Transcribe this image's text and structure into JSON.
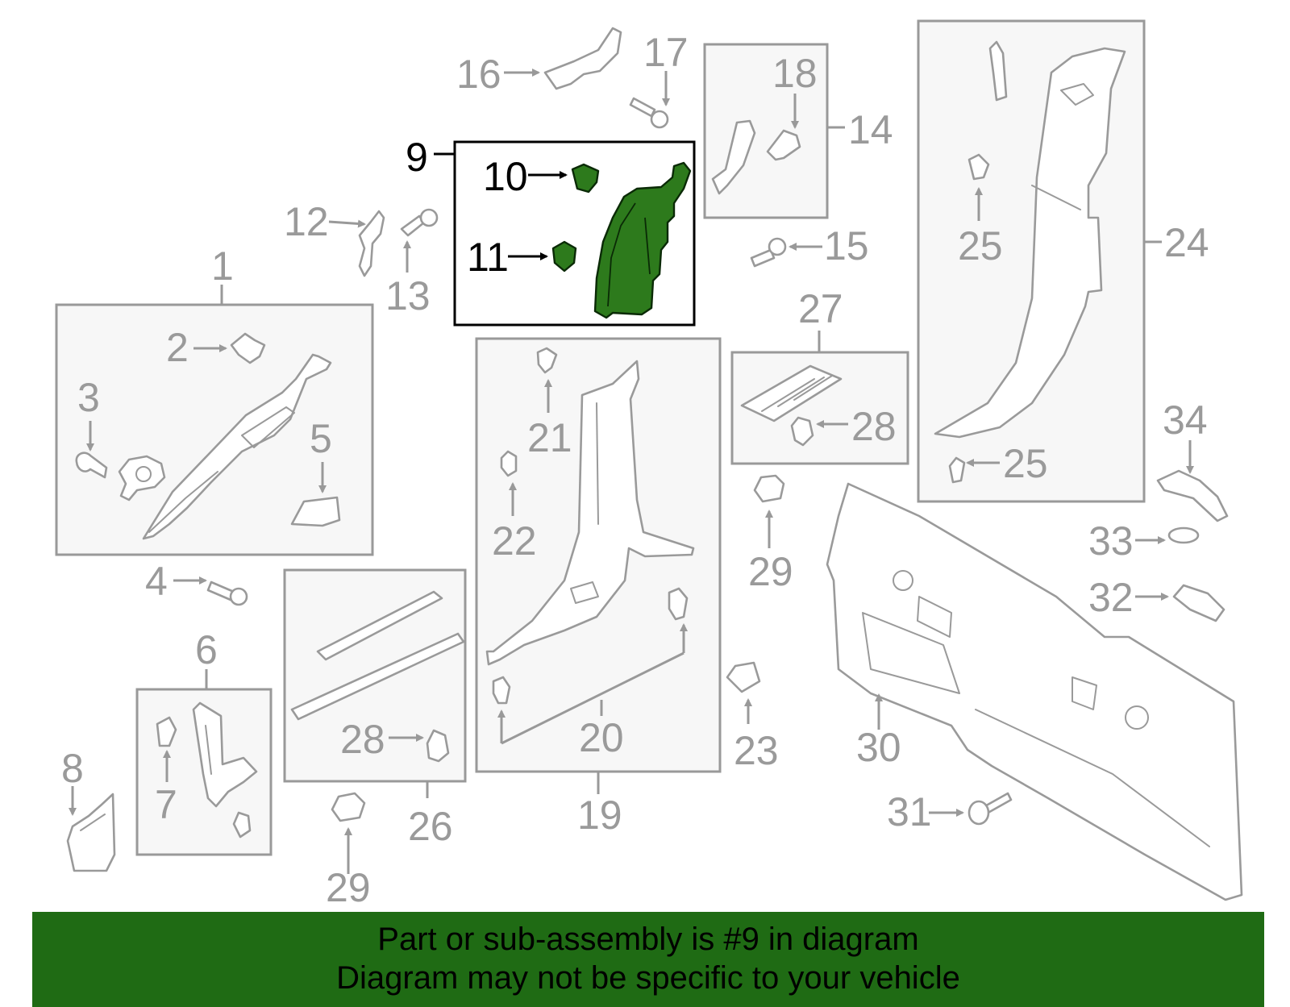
{
  "diagram": {
    "highlighted_part": "9",
    "callouts": {
      "c1": "1",
      "c2": "2",
      "c3": "3",
      "c4": "4",
      "c5": "5",
      "c6": "6",
      "c7": "7",
      "c8": "8",
      "c9": "9",
      "c10": "10",
      "c11": "11",
      "c12": "12",
      "c13": "13",
      "c14": "14",
      "c15": "15",
      "c16": "16",
      "c17": "17",
      "c18": "18",
      "c19": "19",
      "c20": "20",
      "c21": "21",
      "c22": "22",
      "c23": "23",
      "c24": "24",
      "c25a": "25",
      "c25b": "25",
      "c26": "26",
      "c27": "27",
      "c28a": "28",
      "c28b": "28",
      "c29a": "29",
      "c29b": "29",
      "c30": "30",
      "c31": "31",
      "c32": "32",
      "c33": "33",
      "c34": "34"
    },
    "colors": {
      "highlight": "#2d7a1c",
      "line": "#999999",
      "banner": "#1f6b14"
    }
  },
  "footer": {
    "line1": "Part or sub-assembly is #9 in diagram",
    "line2": "Diagram may not be specific to your vehicle"
  }
}
